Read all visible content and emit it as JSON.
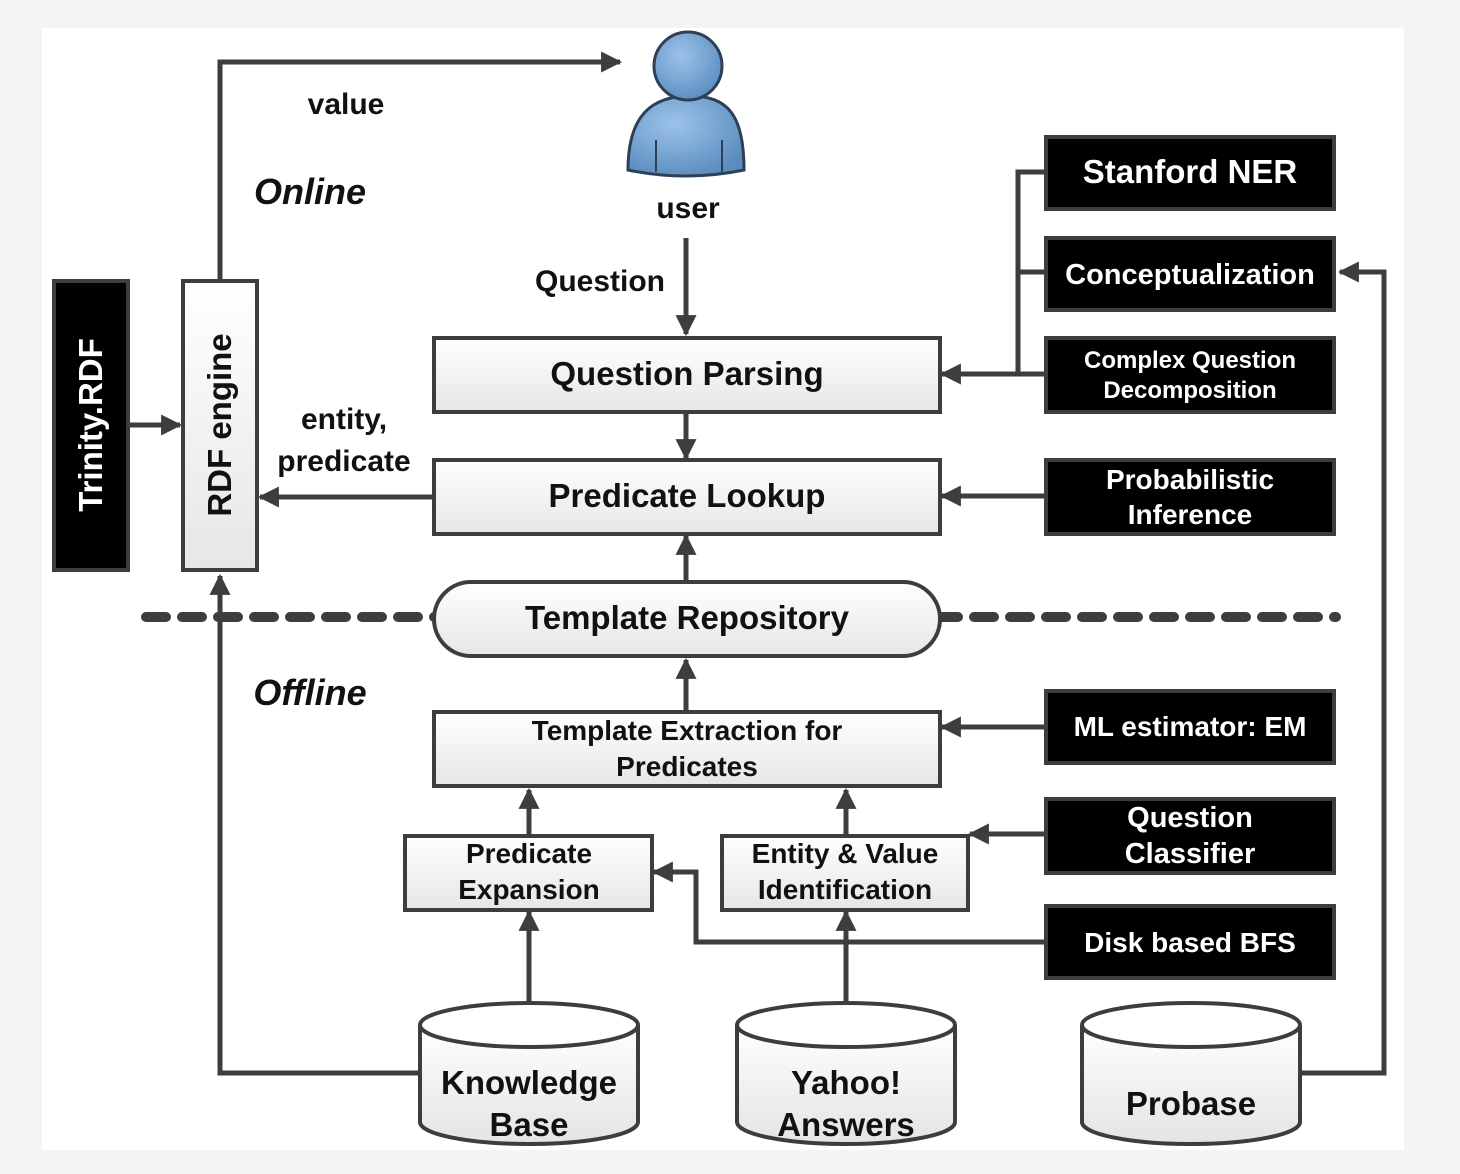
{
  "sections": {
    "online": "Online",
    "offline": "Offline"
  },
  "user": {
    "label": "user"
  },
  "edges": {
    "value": "value",
    "question": "Question",
    "entity_predicate": [
      "entity,",
      "predicate"
    ]
  },
  "nodes": {
    "trinity_rdf": "Trinity.RDF",
    "rdf_engine": "RDF engine",
    "question_parsing": "Question Parsing",
    "predicate_lookup": "Predicate Lookup",
    "template_repository": "Template Repository",
    "template_extraction": [
      "Template Extraction for",
      "Predicates"
    ],
    "predicate_expansion": [
      "Predicate",
      "Expansion"
    ],
    "entity_value_identification": [
      "Entity & Value",
      "Identification"
    ]
  },
  "tools": {
    "stanford_ner": "Stanford NER",
    "conceptualization": "Conceptualization",
    "complex_question_decomposition": [
      "Complex Question",
      "Decomposition"
    ],
    "probabilistic_inference": [
      "Probabilistic",
      "Inference"
    ],
    "ml_estimator": "ML estimator: EM",
    "question_classifier": [
      "Question",
      "Classifier"
    ],
    "disk_bfs": "Disk based BFS"
  },
  "datasources": {
    "knowledge_base": [
      "Knowledge",
      "Base"
    ],
    "yahoo_answers": [
      "Yahoo!",
      "Answers"
    ],
    "probase": "Probase"
  },
  "colors": {
    "line": "#3d3d3d",
    "box_fill": "#f3f3f3",
    "dark_box": "#000000",
    "user_icon": "#6f9fcf"
  }
}
